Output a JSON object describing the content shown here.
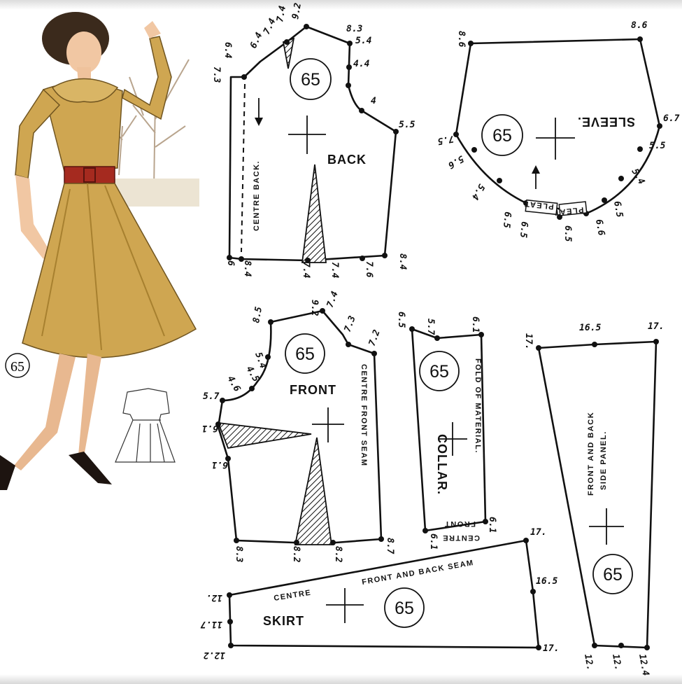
{
  "style_number": "65",
  "pieces": {
    "back": {
      "title": "BACK",
      "note": "CENTRE BACK.",
      "labels": [
        "7.3",
        "6.4",
        "6.4",
        "7.4",
        "7.4",
        "9.2",
        "8.3",
        "5.4",
        "4.4",
        "4",
        "5.5",
        "8.4",
        "7.6",
        "7.4",
        "7.4",
        "8.4",
        "6"
      ]
    },
    "sleeve": {
      "title": "SLEEVE.",
      "pleat": "PLEAT",
      "labels": [
        "8.6",
        "8.6",
        "6.7",
        "5.5",
        "5.4",
        "6.5",
        "6.6",
        "6.5",
        "6.5",
        "6.5",
        "5.4",
        "5.6",
        "7.5"
      ]
    },
    "front": {
      "title": "FRONT",
      "note": "CENTRE FRONT SEAM",
      "labels": [
        "9.2",
        "7.4",
        "7.3",
        "7.2",
        "8.5",
        "5.4",
        "4.5",
        "4.6",
        "5.7",
        "6.1",
        "6.1",
        "8.3",
        "8.2",
        "8.2",
        "8.7"
      ]
    },
    "collar": {
      "title": "COLLAR.",
      "note": "FOLD OF MATERIAL.",
      "front_label": "FRONT",
      "centre_label": "CENTRE",
      "labels": [
        "6.5",
        "5.7",
        "6.1",
        "6.1",
        "6.1"
      ]
    },
    "side_panel": {
      "title_line1": "FRONT AND BACK",
      "title_line2": "SIDE PANEL.",
      "labels": [
        "17.",
        "16.5",
        "17.",
        "12.",
        "12.",
        "12.4"
      ]
    },
    "skirt": {
      "title": "SKIRT",
      "centre_label": "CENTRE",
      "seam_label": "FRONT AND BACK SEAM",
      "labels": [
        "12.",
        "11.7",
        "12.2",
        "17.",
        "16.5",
        "17."
      ]
    }
  },
  "colors": {
    "dress": "#cfa651",
    "dress_shadow": "#a7802f",
    "belt": "#a52a1f",
    "line": "#111111"
  }
}
